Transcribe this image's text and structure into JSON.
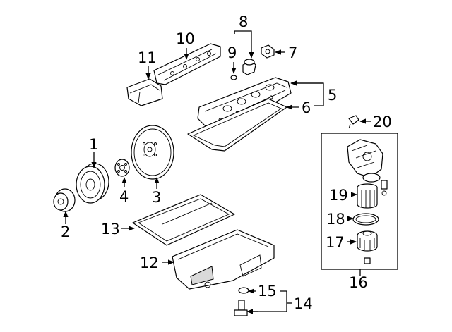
{
  "callouts": {
    "c1": "1",
    "c2": "2",
    "c3": "3",
    "c4": "4",
    "c5": "5",
    "c6": "6",
    "c7": "7",
    "c8": "8",
    "c9": "9",
    "c10": "10",
    "c11": "11",
    "c12": "12",
    "c13": "13",
    "c14": "14",
    "c15": "15",
    "c16": "16",
    "c17": "17",
    "c18": "18",
    "c19": "19",
    "c20": "20"
  },
  "colors": {
    "line": "#000000",
    "background": "#ffffff",
    "shading": "#d9d9d9"
  }
}
